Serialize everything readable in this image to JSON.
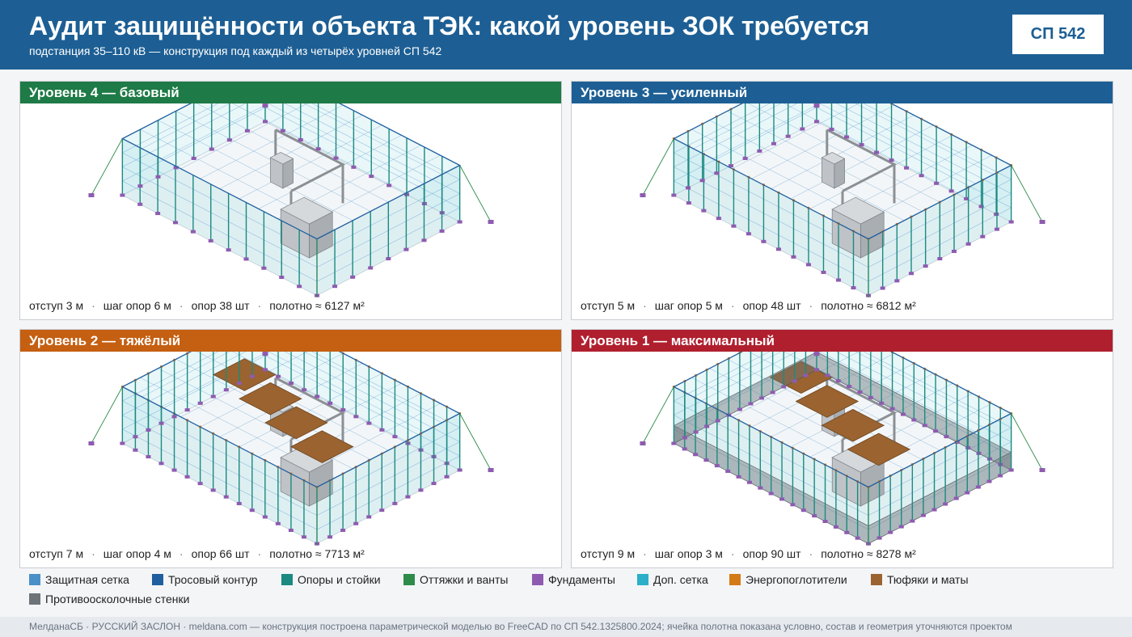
{
  "header": {
    "title": "Аудит защищённости объекта ТЭК: какой уровень ЗОК требуется",
    "subtitle": "подстанция 35–110 кВ — конструкция под каждый из четырёх уровней СП 542",
    "badge": "СП 542"
  },
  "panels": [
    {
      "title": "Уровень 4 — базовый",
      "color": "#1e7a46",
      "offset": "отступ 3 м",
      "step": "шаг опор 6 м",
      "posts": "опор 38 шт",
      "area": "полотно ≈ 6127 м²"
    },
    {
      "title": "Уровень 3 — усиленный",
      "color": "#1d5f94",
      "offset": "отступ 5 м",
      "step": "шаг опор 5 м",
      "posts": "опор 48 шт",
      "area": "полотно ≈ 6812 м²"
    },
    {
      "title": "Уровень 2 — тяжёлый",
      "color": "#c55f11",
      "offset": "отступ 7 м",
      "step": "шаг опор 4 м",
      "posts": "опор 66 шт",
      "area": "полотно ≈ 7713 м²"
    },
    {
      "title": "Уровень 1 — максимальный",
      "color": "#b01f2e",
      "offset": "отступ 9 м",
      "step": "шаг опор 3 м",
      "posts": "опор 90 шт",
      "area": "полотно ≈ 8278 м²"
    }
  ],
  "legend": [
    {
      "label": "Защитная сетка",
      "color": "#4a90c8"
    },
    {
      "label": "Тросовый контур",
      "color": "#1f5f9e"
    },
    {
      "label": "Опоры и стойки",
      "color": "#1b8a80"
    },
    {
      "label": "Оттяжки и ванты",
      "color": "#2e8b4a"
    },
    {
      "label": "Фундаменты",
      "color": "#8e5bb0"
    },
    {
      "label": "Доп. сетка",
      "color": "#2bb0c8"
    },
    {
      "label": "Энергопоглотители",
      "color": "#d47a17"
    },
    {
      "label": "Тюфяки и маты",
      "color": "#9a6330"
    },
    {
      "label": "Противоосколочные стенки",
      "color": "#6e7378"
    }
  ],
  "footer": "МелданаСБ · РУССКИЙ ЗАСЛОН · meldana.com — конструкция построена параметрической моделью во FreeCAD по СП 542.1325800.2024; ячейка полотна показана условно, состав и геометрия уточняются проектом",
  "colors": {
    "header_bg": "#1d5f94",
    "mesh": "#4a90c8",
    "cable": "#1f5f9e",
    "post": "#1b8a80",
    "guy": "#2e8b4a",
    "foundation": "#8e5bb0",
    "extra_mesh": "#2bb0c8",
    "absorber": "#d47a17",
    "mat": "#9a6330",
    "wall": "#6e7378"
  }
}
